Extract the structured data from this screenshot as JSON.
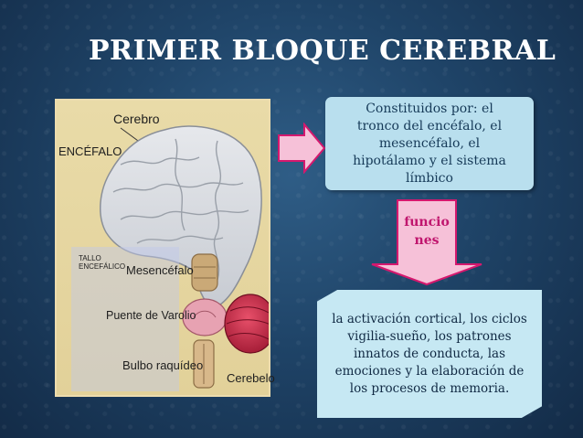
{
  "slide": {
    "title": "PRIMER BLOQUE CEREBRAL"
  },
  "illustration": {
    "labels": {
      "cerebro": "Cerebro",
      "encefalo": "ENCÉFALO",
      "tallo_line1": "TALLO",
      "tallo_line2": "ENCEFÁLICO",
      "mesencefalo": "Mesencéfalo",
      "puente": "Puente de Varolio",
      "bulbo": "Bulbo raquídeo",
      "cerebelo": "Cerebelo"
    }
  },
  "top_box": {
    "text_lines": [
      "Constituidos por: el",
      "tronco del encéfalo, el",
      "mesencéfalo, el",
      "hipotálamo y el sistema",
      "límbico"
    ]
  },
  "arrow_label": {
    "lines": [
      "funcio",
      "nes"
    ]
  },
  "bottom_box": {
    "text_lines": [
      "la activación cortical, los ciclos",
      "vigilia-sueño, los patrones",
      "innatos de conducta, las",
      "emociones y la elaboración de",
      "los procesos de memoria."
    ]
  },
  "colors": {
    "title": "#ffffff",
    "top_box_bg": "#b9dfee",
    "bottom_box_bg": "#c6e8f3",
    "arrow_fill": "#f6c1d8",
    "arrow_stroke": "#d5186e",
    "funciones_text": "#c0166e"
  }
}
